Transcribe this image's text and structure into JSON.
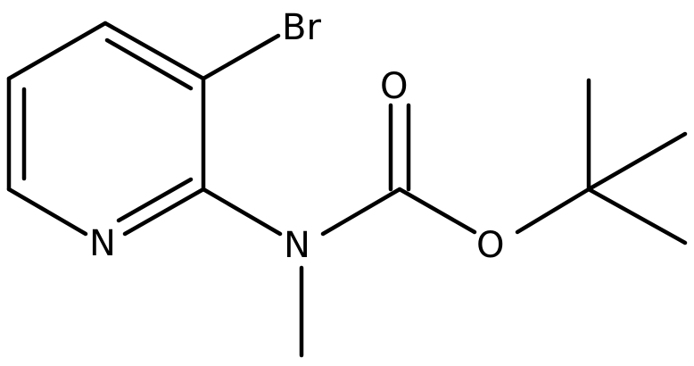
{
  "molecule": {
    "atoms": {
      "bromine": "Br",
      "ring_nitrogen": "N",
      "amide_nitrogen": "N",
      "carbonyl_oxygen": "O",
      "ester_oxygen": "O"
    },
    "colors": {
      "bond": "#000000",
      "label": "#000000",
      "background": "#ffffff"
    }
  }
}
